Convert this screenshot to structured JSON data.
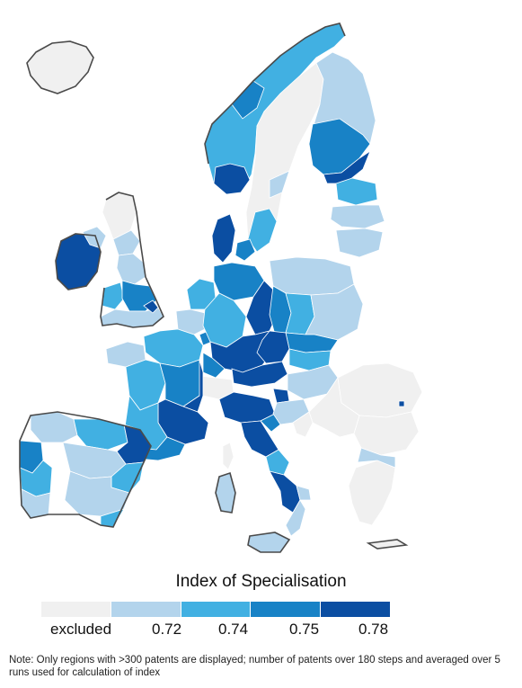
{
  "legend": {
    "title": "Index of Specialisation",
    "bins": [
      {
        "label": "excluded",
        "color": "#f0f0f0"
      },
      {
        "label": "0.72",
        "color": "#b3d4ec"
      },
      {
        "label": "0.74",
        "color": "#41b0e2"
      },
      {
        "label": "0.75",
        "color": "#1882c6"
      },
      {
        "label": "0.78",
        "color": "#0b4ea2"
      }
    ]
  },
  "note": "Note: Only regions with >300 patents are displayed; number of patents over 180 steps and averaged over 5 runs used for calculation of index",
  "colors": {
    "border": "#4a4a4a",
    "inner_border": "#ffffff",
    "background": "#ffffff"
  }
}
